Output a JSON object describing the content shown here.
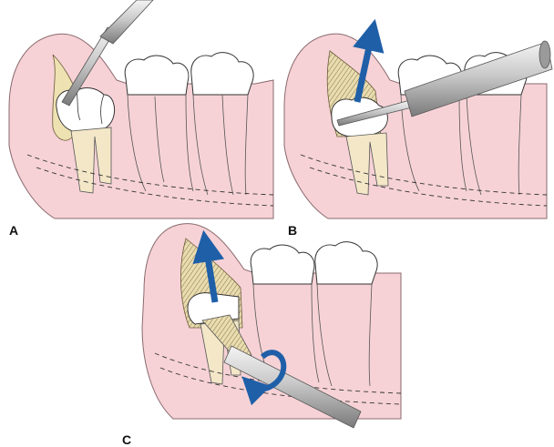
{
  "panels": [
    {
      "id": "a",
      "label": "A"
    },
    {
      "id": "b",
      "label": "B"
    },
    {
      "id": "c",
      "label": "C"
    }
  ],
  "colors": {
    "gum": "#f6d2d6",
    "gum_stroke": "#8a6a6e",
    "bone": "#efe2b2",
    "tooth": "#ffffff",
    "root": "#f3e7c8",
    "instrument": "#bdbdbd",
    "arrow": "#1f5fa8"
  },
  "icons": [
    "elevator-instrument",
    "upward-arrow",
    "rotation-arrow"
  ]
}
